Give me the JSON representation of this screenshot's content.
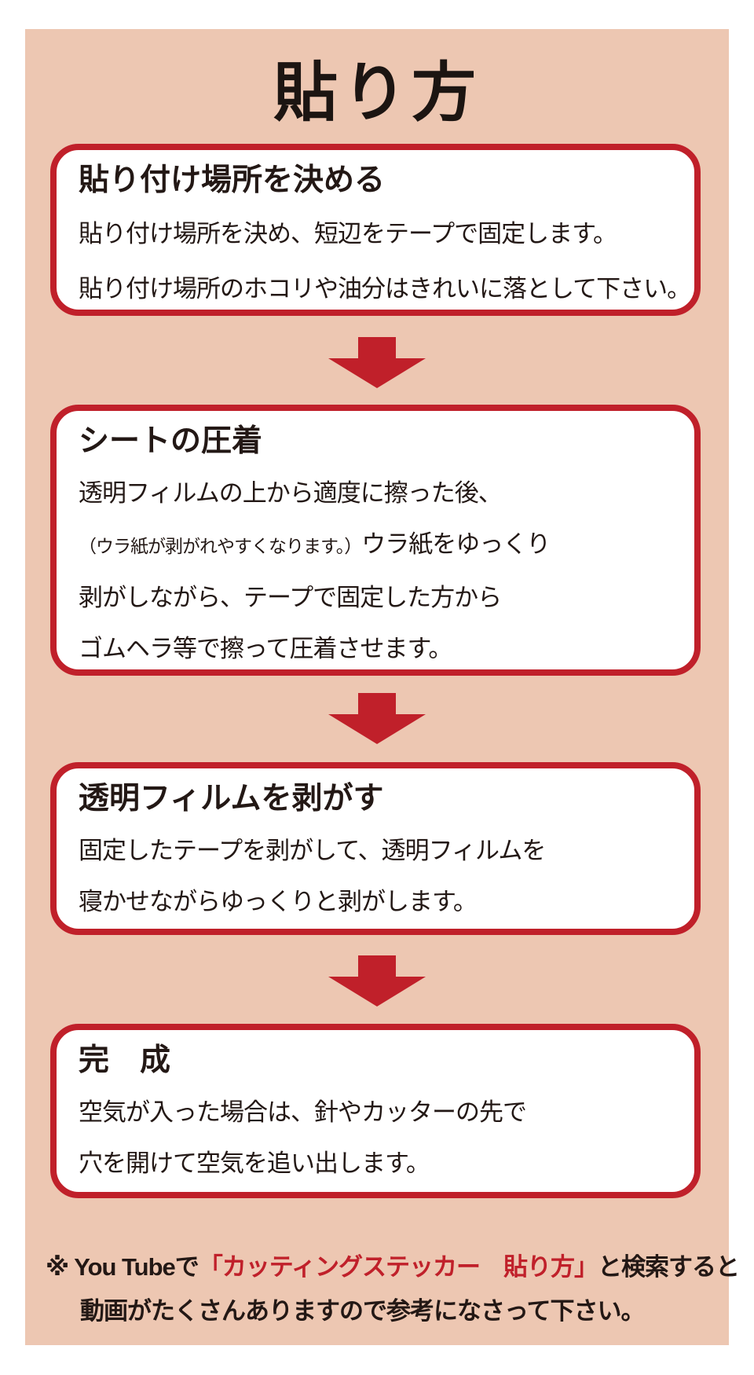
{
  "colors": {
    "background_peach": "#edc7b2",
    "accent_red": "#c0202a",
    "text_black": "#231815",
    "card_white": "#ffffff"
  },
  "title": "貼り方",
  "steps": [
    {
      "heading": "貼り付け場所を決める",
      "lines": [
        "貼り付け場所を決め、短辺をテープで固定します。",
        "貼り付け場所のホコリや油分はきれいに落として下さい。"
      ]
    },
    {
      "heading": "シートの圧着",
      "lines": [
        "透明フィルムの上から適度に擦った後、",
        {
          "small": "（ウラ紙が剥がれやすくなります。）",
          "rest": "ウラ紙をゆっくり"
        },
        "剥がしながら、テープで固定した方から",
        "ゴムヘラ等で擦って圧着させます。"
      ]
    },
    {
      "heading": "透明フィルムを剥がす",
      "lines": [
        "固定したテープを剥がして、透明フィルムを",
        "寝かせながらゆっくりと剥がします。"
      ]
    },
    {
      "heading": "完　成",
      "lines": [
        "空気が入った場合は、針やカッターの先で",
        "穴を開けて空気を追い出します。"
      ]
    }
  ],
  "footer": {
    "prefix": "※ You Tubeで",
    "highlight": "「カッティングステッカー　貼り方」",
    "suffix": "と検索すると",
    "line2": "動画がたくさんありますので参考になさって下さい。"
  }
}
